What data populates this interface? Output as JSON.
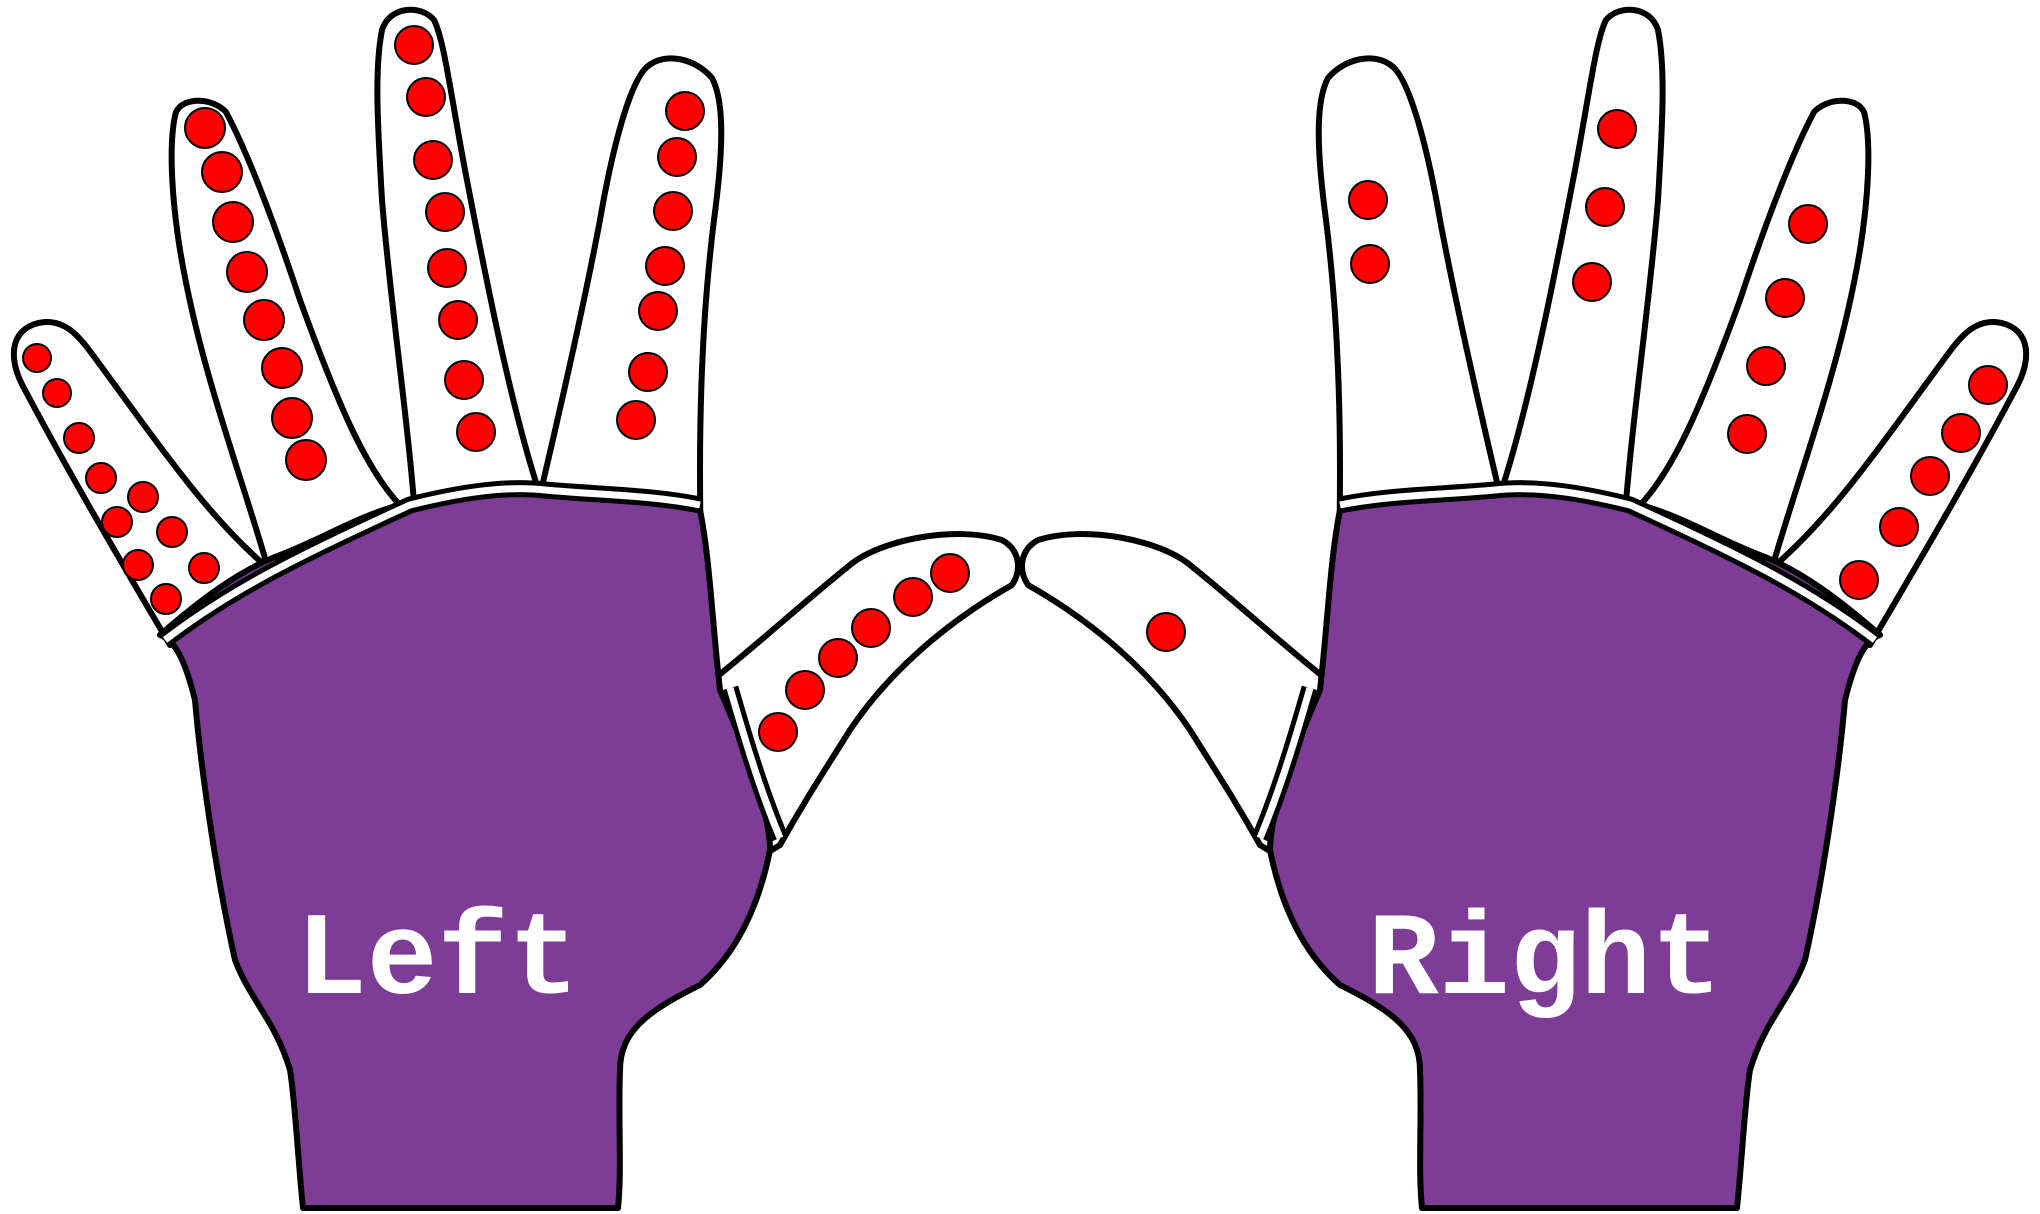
{
  "colors": {
    "palm": "#7d3d96",
    "dot": "#ff0000",
    "outline": "#000000",
    "background": "#ffffff"
  },
  "left_hand": {
    "label": "Left",
    "dot_counts": {
      "pinky": 10,
      "ring": 8,
      "middle": 8,
      "index": 7,
      "thumb": 6
    }
  },
  "right_hand": {
    "label": "Right",
    "dot_counts": {
      "thumb": 1,
      "index": 2,
      "middle": 3,
      "ring": 4,
      "pinky": 5
    }
  }
}
